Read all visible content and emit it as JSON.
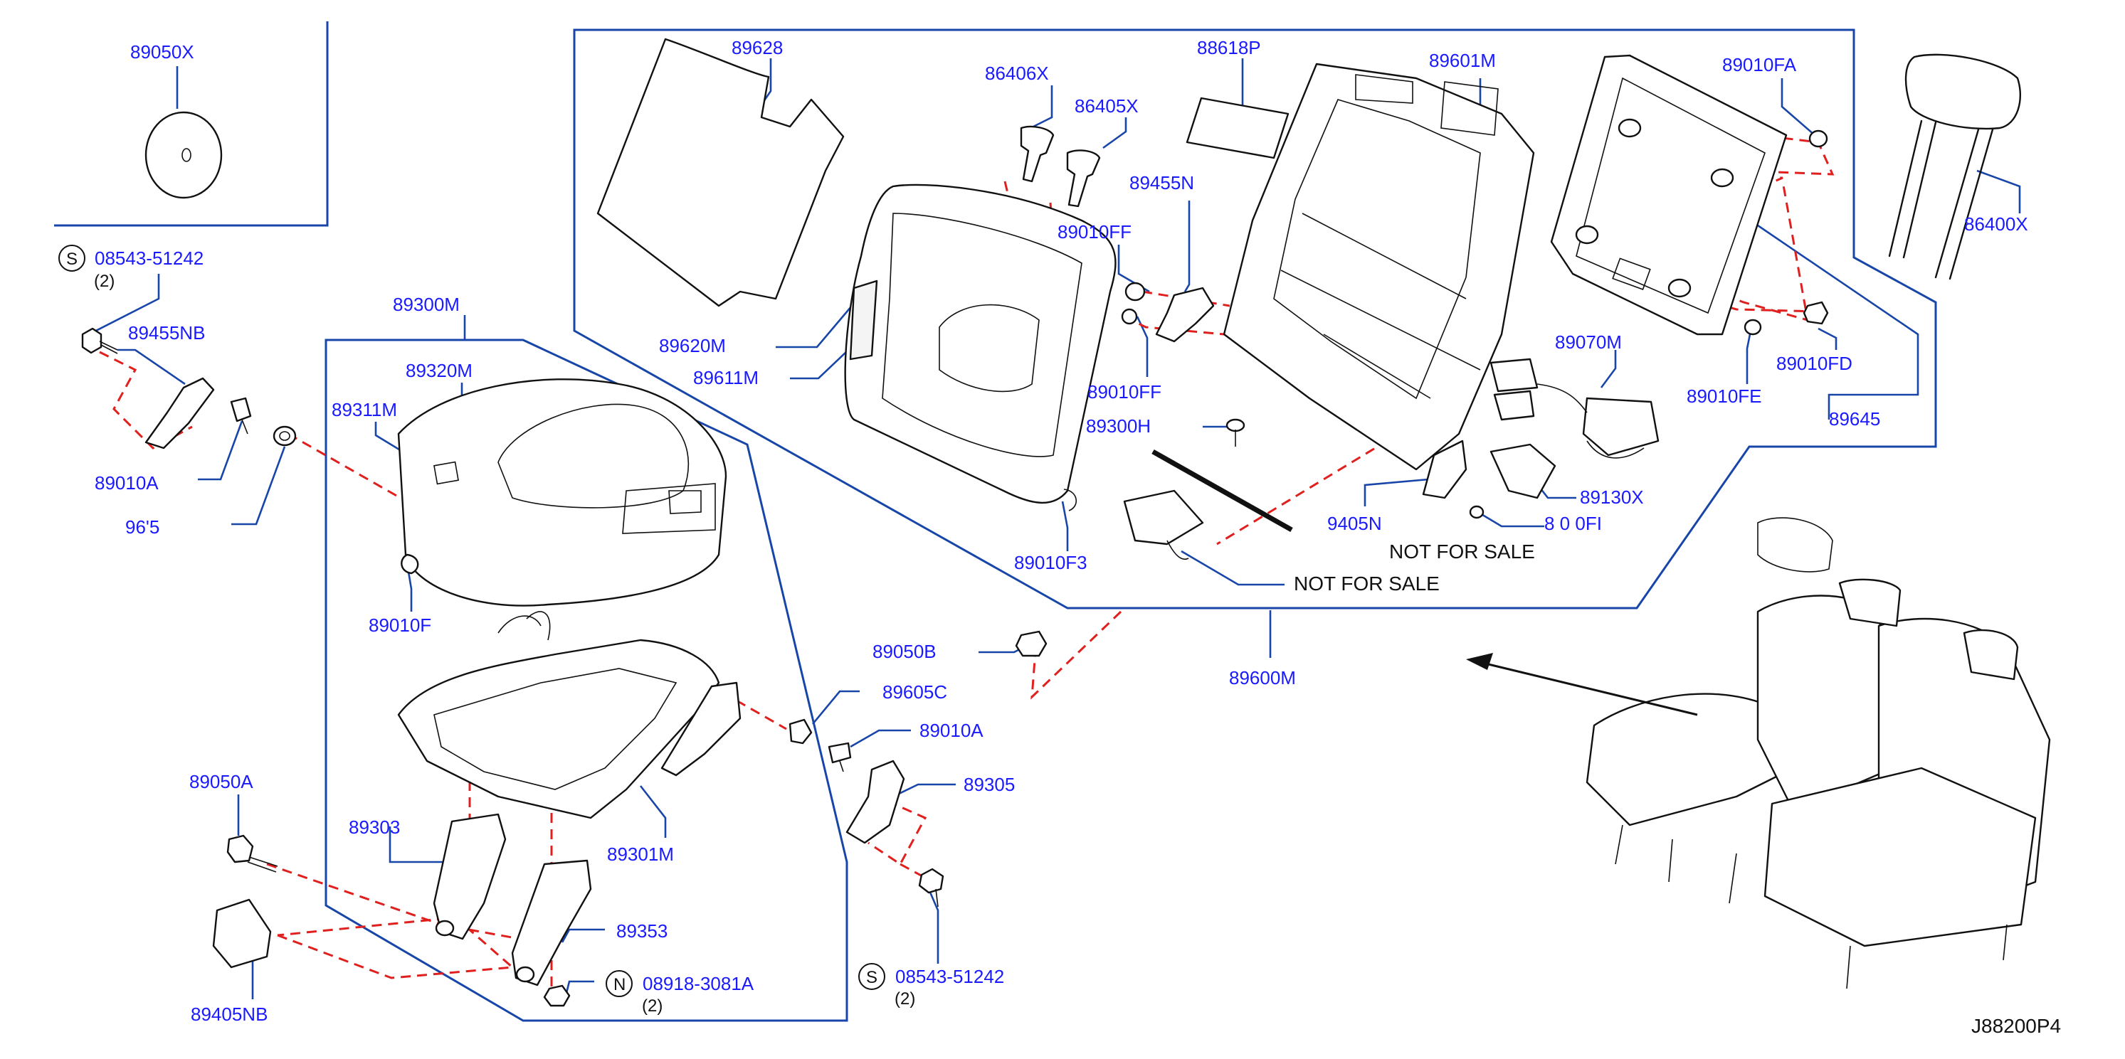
{
  "diagram": {
    "code": "J88200P4",
    "colors": {
      "label": "#1a1aff",
      "leader": "#1846a8",
      "dash": "#e0201e",
      "line": "#111111"
    },
    "labels": {
      "p89050X": "89050X",
      "p08543_51242_top": "08543-51242",
      "p89455NB": "89455NB",
      "p89010A_left": "89010A",
      "p9645_partial": "96'5",
      "p89300M": "89300M",
      "p89320M": "89320M",
      "p89311M": "89311M",
      "p89010F": "89010F",
      "p89628": "89628",
      "p89620M": "89620M",
      "p89611M": "89611M",
      "p86406X": "86406X",
      "p86405X": "86405X",
      "p88618P": "88618P",
      "p89601M": "89601M",
      "p89010FA": "89010FA",
      "p86400X": "86400X",
      "p89455N": "89455N",
      "p89010FF_top": "89010FF",
      "p89010FF_bot": "89010FF",
      "p89300H": "89300H",
      "p89070M": "89070M",
      "p89010FD": "89010FD",
      "p89010FE": "89010FE",
      "p89645": "89645",
      "p89130X": "89130X",
      "p9405N": "9405N",
      "p89010FD_partial": "8 0 0FI",
      "p89010F3_partial": "89010F3",
      "p89600M": "89600M",
      "p89050B": "89050B",
      "p89605C": "89605C",
      "p89010A_mid": "89010A",
      "p89305": "89305",
      "p89050A": "89050A",
      "p89303": "89303",
      "p89301M": "89301M",
      "p89353": "89353",
      "p89405NB": "89405NB",
      "p08918_3081A": "08918-3081A",
      "p08543_51242_bot": "08543-51242",
      "nfs1": "NOT FOR SALE",
      "nfs2": "NOT FOR SALE"
    },
    "qty": {
      "q1": "(2)",
      "q2": "(2)",
      "q3": "(2)"
    },
    "symbols": {
      "s": "S",
      "n": "N"
    }
  }
}
